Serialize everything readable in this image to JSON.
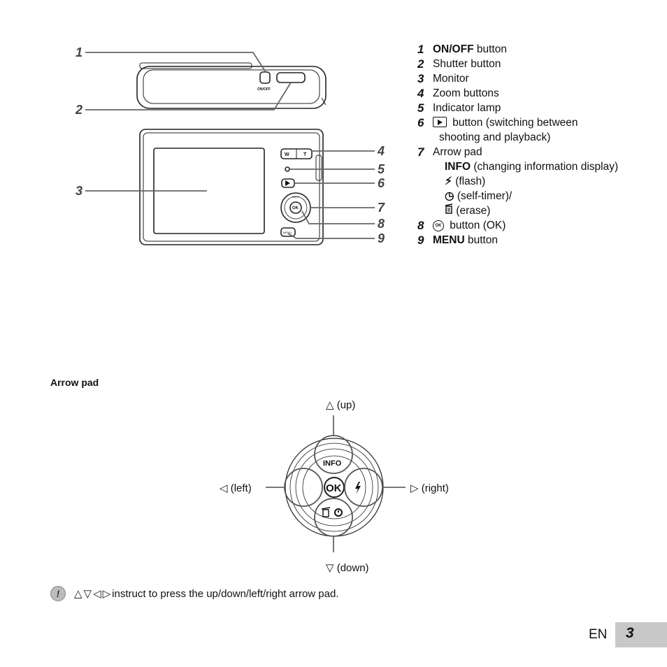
{
  "diagram_callouts": [
    "1",
    "2",
    "3",
    "4",
    "5",
    "6",
    "7",
    "8",
    "9"
  ],
  "camera_labels": {
    "on_off": "ON/OFF",
    "zoom_w": "W",
    "zoom_t": "T",
    "info": "INFO",
    "ok": "OK",
    "menu": "MENU"
  },
  "parts": [
    {
      "num": "1",
      "strong": "ON/OFF",
      "text": " button"
    },
    {
      "num": "2",
      "text": "Shutter button"
    },
    {
      "num": "3",
      "text": "Monitor"
    },
    {
      "num": "4",
      "text": "Zoom buttons"
    },
    {
      "num": "5",
      "text": "Indicator lamp"
    },
    {
      "num": "6",
      "text": " button (switching between",
      "continuation": "shooting and playback)"
    },
    {
      "num": "7",
      "text": "Arrow pad"
    },
    {
      "num": "8",
      "text": " button (OK)"
    },
    {
      "num": "9",
      "strong": "MENU",
      "text": " button"
    }
  ],
  "arrow_pad_sub": {
    "info_strong": "INFO",
    "info_text": " (changing information display)",
    "flash_text": " (flash)",
    "self_timer_text": " (self-timer)/",
    "erase_text": " (erase)"
  },
  "section_title": "Arrow pad",
  "directions": {
    "up": "△ (up)",
    "down": "▽ (down)",
    "left": "◁ (left)",
    "right": "▷ (right)"
  },
  "pad_labels": {
    "info": "INFO",
    "ok": "OK"
  },
  "note": {
    "symbols": "△▽◁▷",
    "text": " instruct to press the up/down/left/right arrow pad."
  },
  "footer": {
    "lang": "EN",
    "page": "3"
  }
}
